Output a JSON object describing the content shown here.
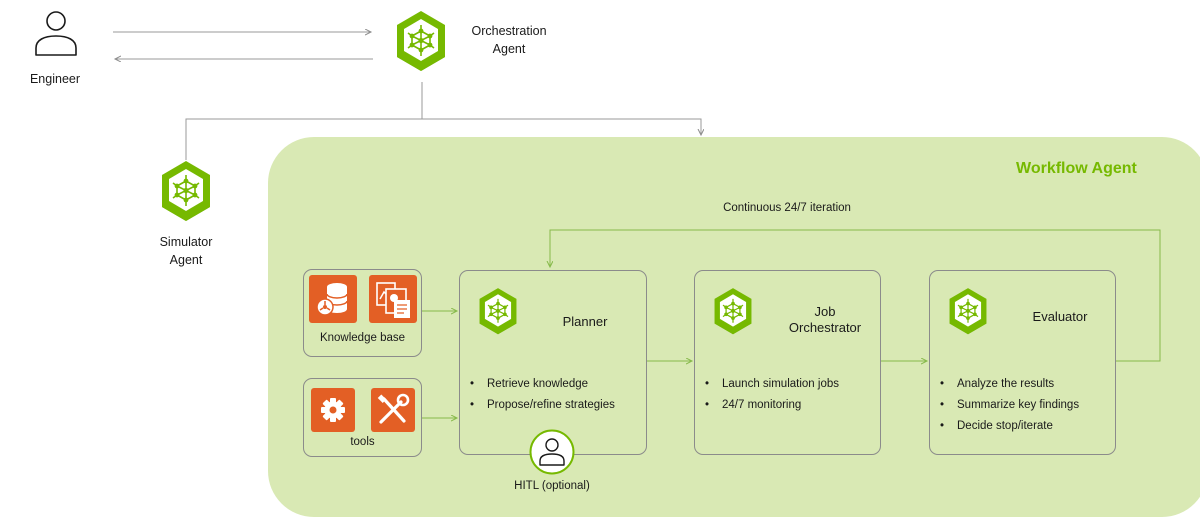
{
  "engineer": {
    "label": "Engineer",
    "icon": "person-icon"
  },
  "orchestration_agent": {
    "label_line1": "Orchestration",
    "label_line2": "Agent",
    "icon": "agent-hexagon-icon"
  },
  "simulator_agent": {
    "label_line1": "Simulator",
    "label_line2": "Agent",
    "icon": "agent-hexagon-icon"
  },
  "workflow_agent": {
    "title": "Workflow Agent",
    "iteration_label": "Continuous 24/7 iteration",
    "knowledge_base": {
      "label": "Knowledge base",
      "icons": [
        "database-icon",
        "documents-icon"
      ]
    },
    "tools": {
      "label": "tools",
      "icons": [
        "gear-icon",
        "wrench-screwdriver-icon"
      ]
    },
    "planner": {
      "title": "Planner",
      "bullets": [
        "Retrieve knowledge",
        "Propose/refine strategies"
      ]
    },
    "job_orchestrator": {
      "title_line1": "Job",
      "title_line2": "Orchestrator",
      "bullets": [
        "Launch simulation jobs",
        "24/7 monitoring"
      ]
    },
    "evaluator": {
      "title": "Evaluator",
      "bullets": [
        "Analyze the results",
        "Summarize key findings",
        "Decide stop/iterate"
      ]
    },
    "hitl": {
      "label": "HITL (optional)",
      "icon": "person-circle-icon"
    }
  },
  "colors": {
    "nvidia_green": "#76b900",
    "container_fill": "#d9e9b4",
    "tool_orange": "#e35f25",
    "connector_gray": "#9a9a9a"
  }
}
